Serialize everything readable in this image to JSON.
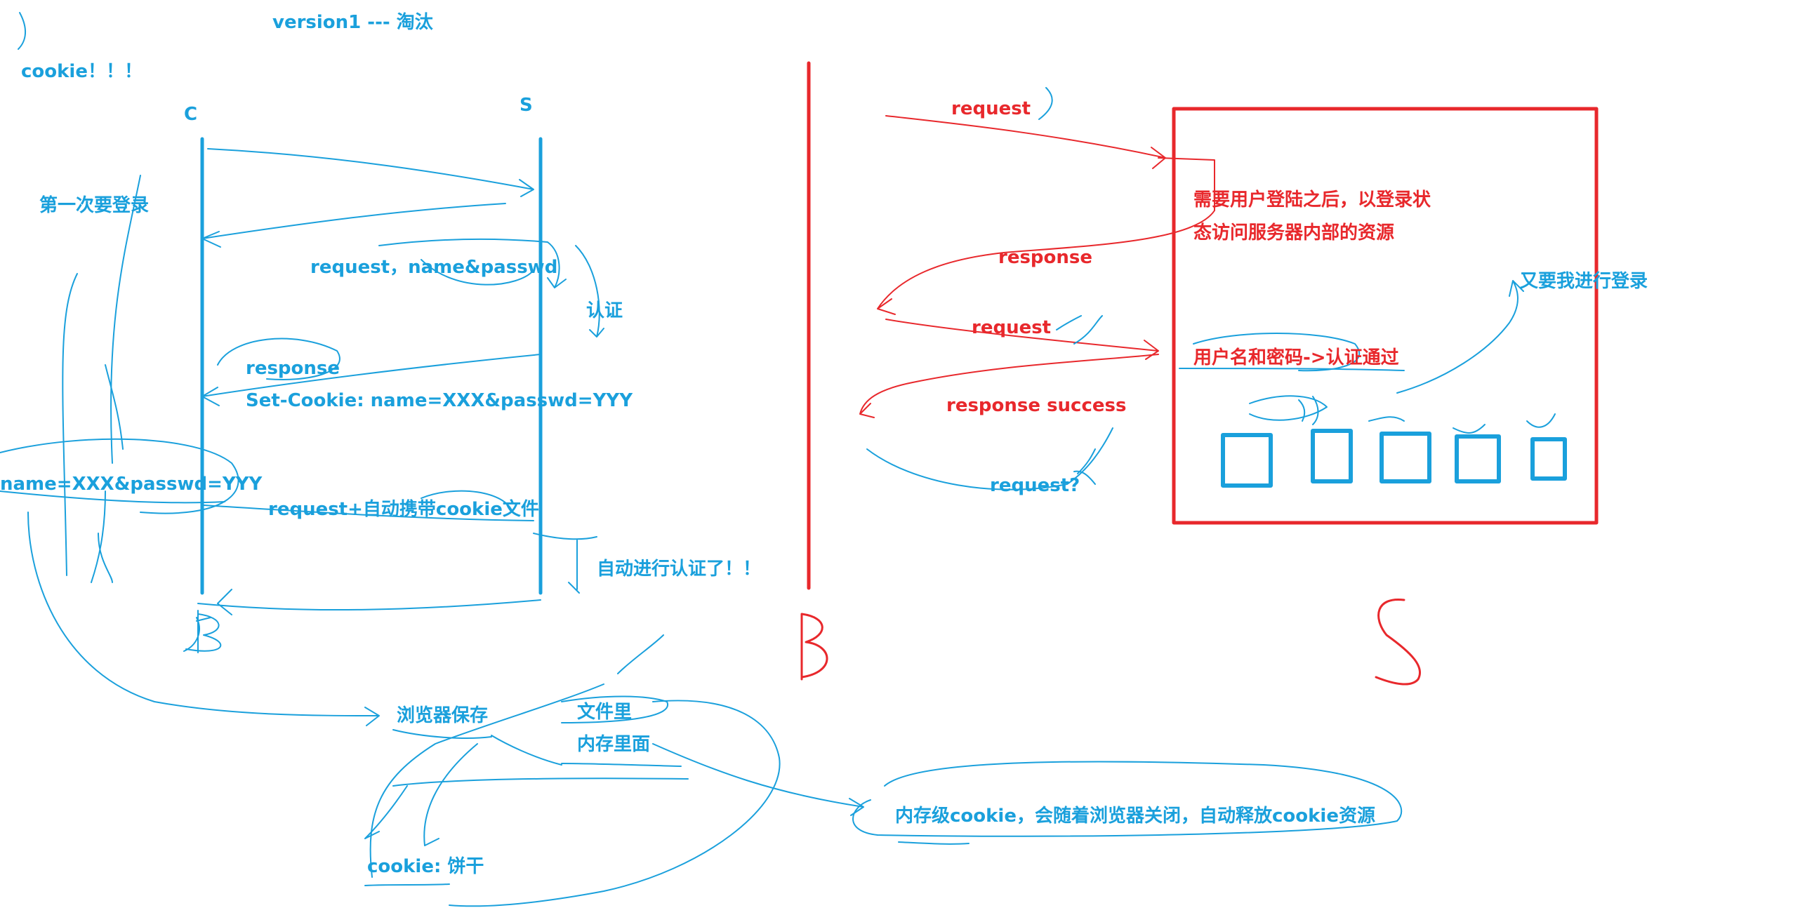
{
  "colors": {
    "blue": "#1aa0dc",
    "red": "#e8282c",
    "background": "#ffffff"
  },
  "labels": {
    "version": "version1 --- 淘汰",
    "cookie_title": "cookie！！！",
    "client": "C",
    "server": "S",
    "first_login": "第一次要登录",
    "request_login": "request，name&passwd",
    "auth": "认证",
    "response": "response",
    "set_cookie": "Set-Cookie: name=XXX&passwd=YYY",
    "stored_cookie": "name=XXX&passwd=YYY",
    "request_with_cookie": "request+自动携带cookie文件",
    "auto_auth": "自动进行认证了！！",
    "browser_saves": "浏览器保存",
    "in_file": "文件里",
    "in_memory": "内存里面",
    "cookie_meaning": "cookie: 饼干",
    "memory_cookie": "内存级cookie，会随着浏览器关闭，自动释放cookie资源",
    "r_request1": "request",
    "r_response1": "response",
    "r_request2": "request",
    "r_response_success": "response success",
    "r_request3": "request?",
    "need_login": "需要用户登陆之后，以登录状",
    "need_login_2": "态访问服务器内部的资源",
    "user_pass": "用户名和密码->认证通过",
    "login_again": "又要我进行登录"
  }
}
